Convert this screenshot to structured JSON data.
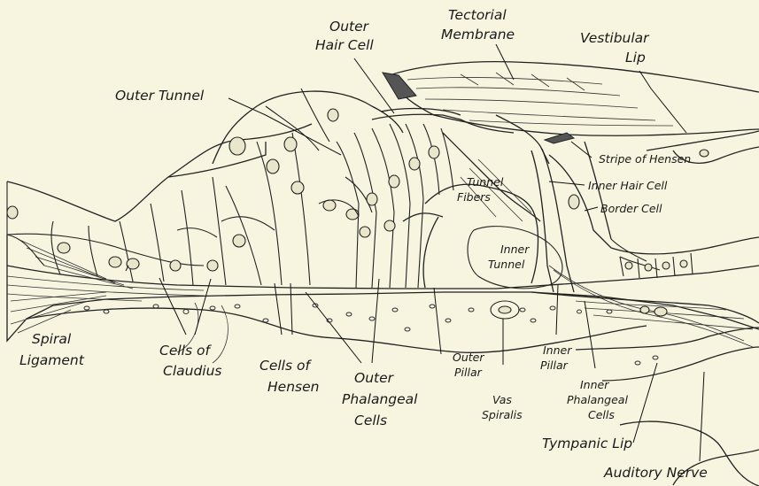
{
  "diagram": {
    "background": "#f7f5df",
    "ink": "#1a1a1a",
    "labels": {
      "outer_hair_cell": [
        "Outer",
        "Hair Cell"
      ],
      "tectorial_membrane": [
        "Tectorial",
        "Membrane"
      ],
      "vestibular_lip": [
        "Vestibular",
        "Lip"
      ],
      "outer_tunnel": "Outer Tunnel",
      "stripe_of_hensen": "Stripe of Hensen",
      "inner_hair_cell": "Inner Hair Cell",
      "border_cell": "Border Cell",
      "tunnel_fibers": [
        "Tunnel",
        "Fibers"
      ],
      "inner_tunnel": [
        "Inner",
        "Tunnel"
      ],
      "spiral_ligament": [
        "Spiral",
        "Ligament"
      ],
      "cells_of_claudius": [
        "Cells of",
        "Claudius"
      ],
      "cells_of_hensen": [
        "Cells of",
        "Hensen"
      ],
      "outer_phalangeal_cells": [
        "Outer",
        "Phalangeal",
        "Cells"
      ],
      "outer_pillar": [
        "Outer",
        "Pillar"
      ],
      "vas_spiralis": [
        "Vas",
        "Spiralis"
      ],
      "inner_pillar": [
        "Inner",
        "Pillar"
      ],
      "inner_phalangeal_cells": [
        "Inner",
        "Phalangeal",
        "Cells"
      ],
      "tympanic_lip": "Tympanic Lip",
      "auditory_nerve": "Auditory Nerve"
    }
  }
}
